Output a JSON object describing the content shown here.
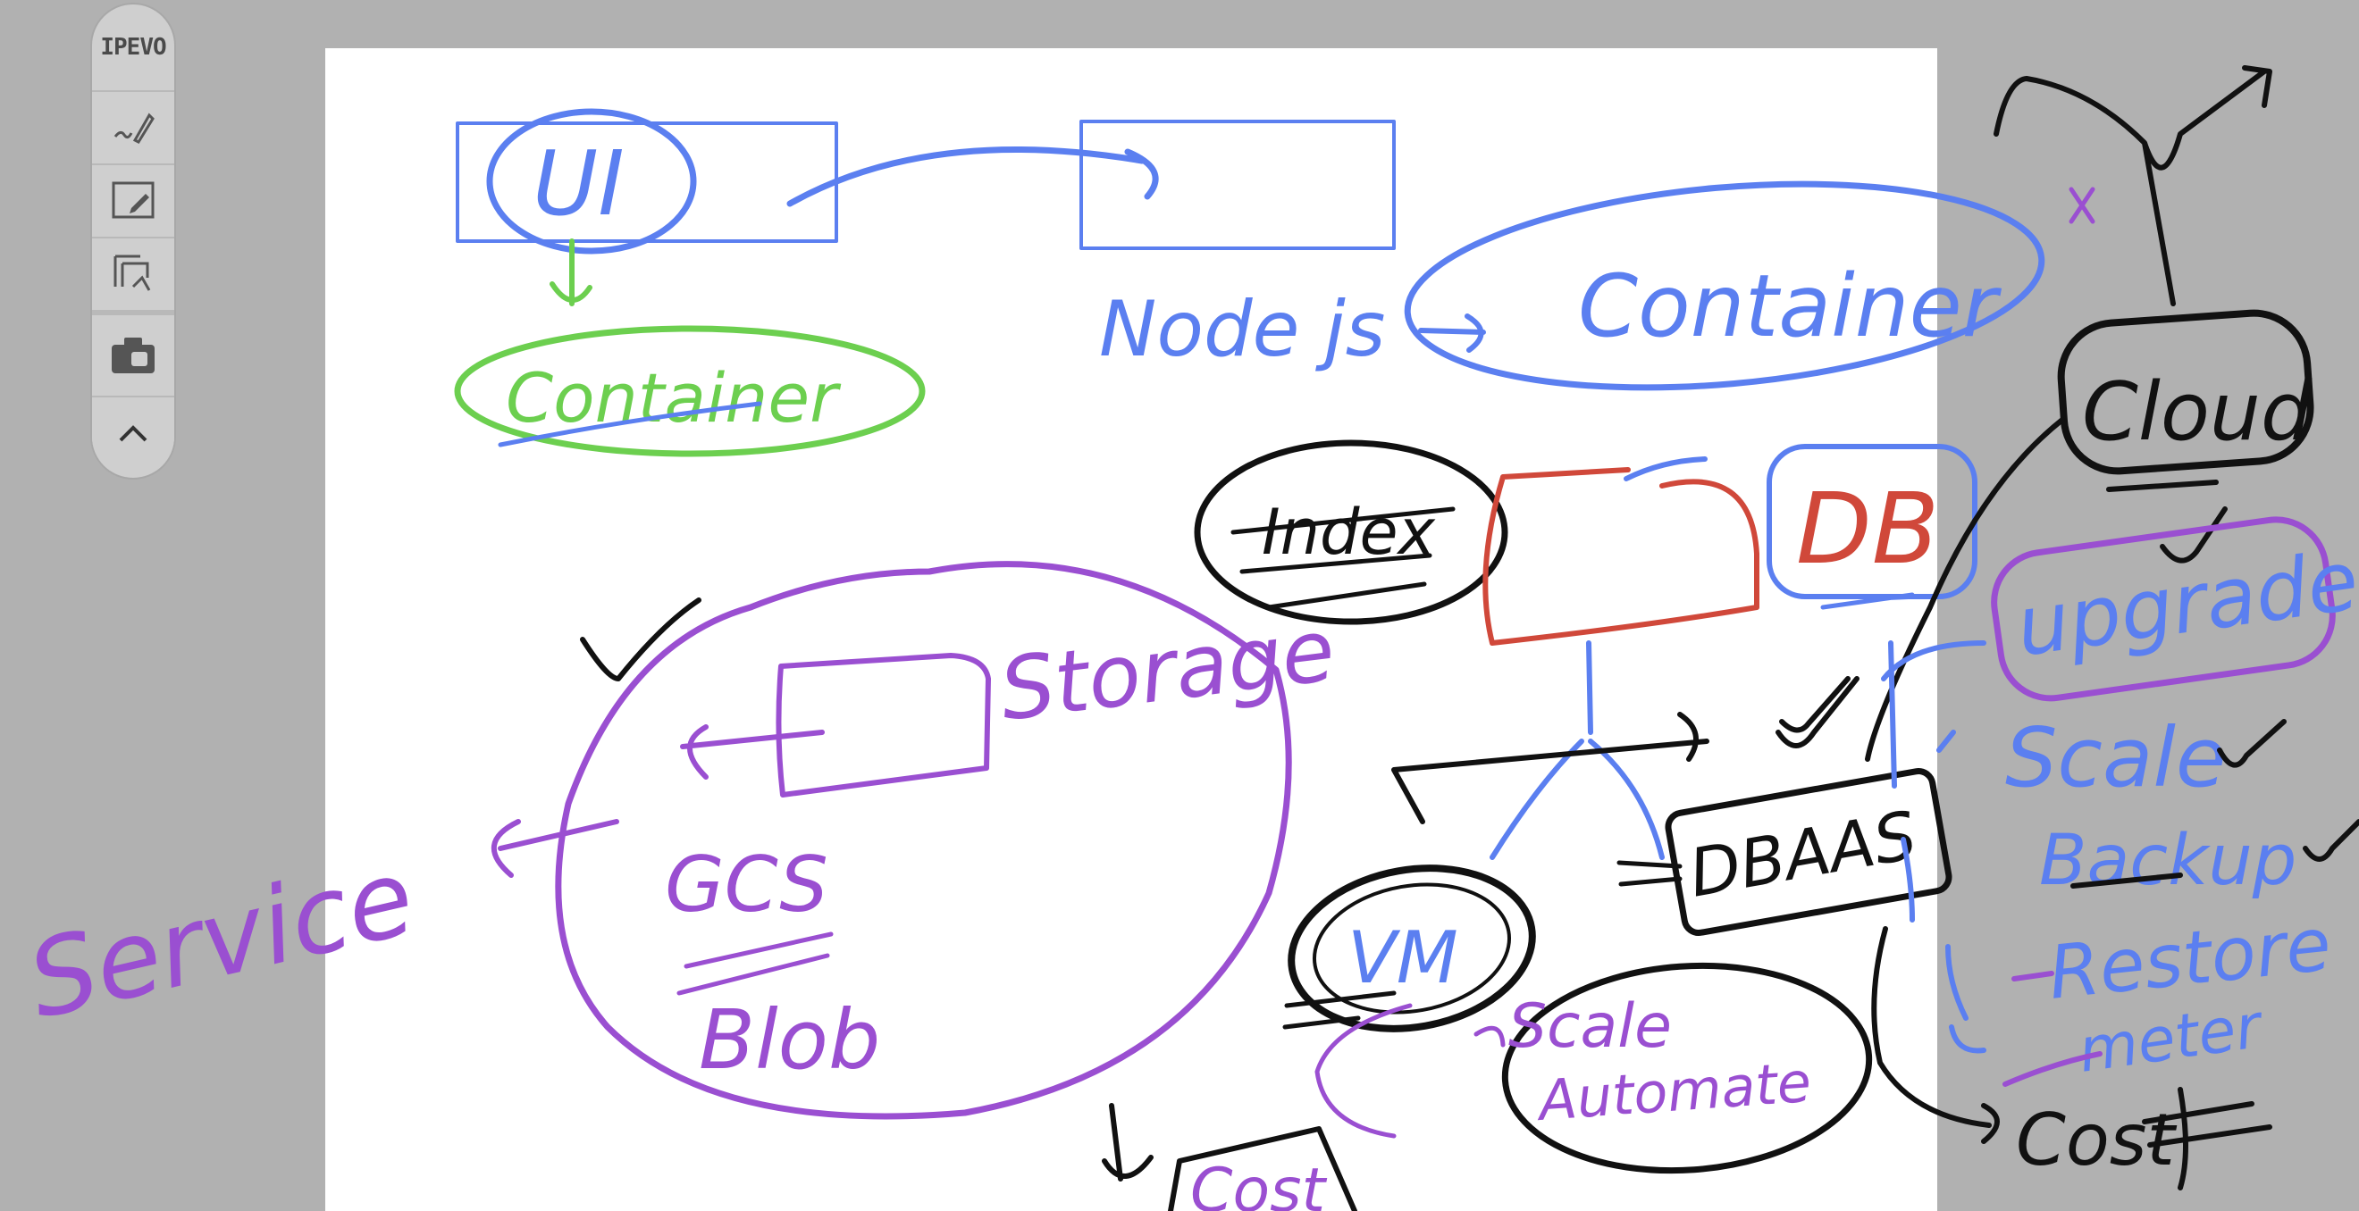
{
  "toolbar": {
    "brand": "IPEVO",
    "tools": [
      "pen-tool",
      "annotate-tool",
      "capture-area-tool",
      "camera-tool",
      "collapse-toolbar"
    ]
  },
  "colors": {
    "background": "#b1b1b1",
    "page": "#ffffff",
    "ink_blue": "#5b7ff0",
    "ink_green": "#6ccf4f",
    "ink_purple": "#9a4fd1",
    "ink_red": "#d0483a",
    "ink_black": "#111111"
  },
  "diagram": {
    "labels": {
      "ui": "UI",
      "container_green": "Container",
      "nodejs": "Node js",
      "container_blue": "Container",
      "index": "Index",
      "db": "DB",
      "storage": "Storage",
      "gcs": "GCS",
      "blob": "Blob",
      "service": "Service",
      "vm": "VM",
      "scale_purple": "Scale",
      "automate": "Automate",
      "cost_bottom": "Cost",
      "dbaas": "DBAAS",
      "cloud": "Cloud",
      "upgrade": "upgrade",
      "scale_blue": "Scale",
      "backup": "Backup",
      "restore": "Restore",
      "meter": "meter",
      "cost_right": "Cost"
    }
  }
}
